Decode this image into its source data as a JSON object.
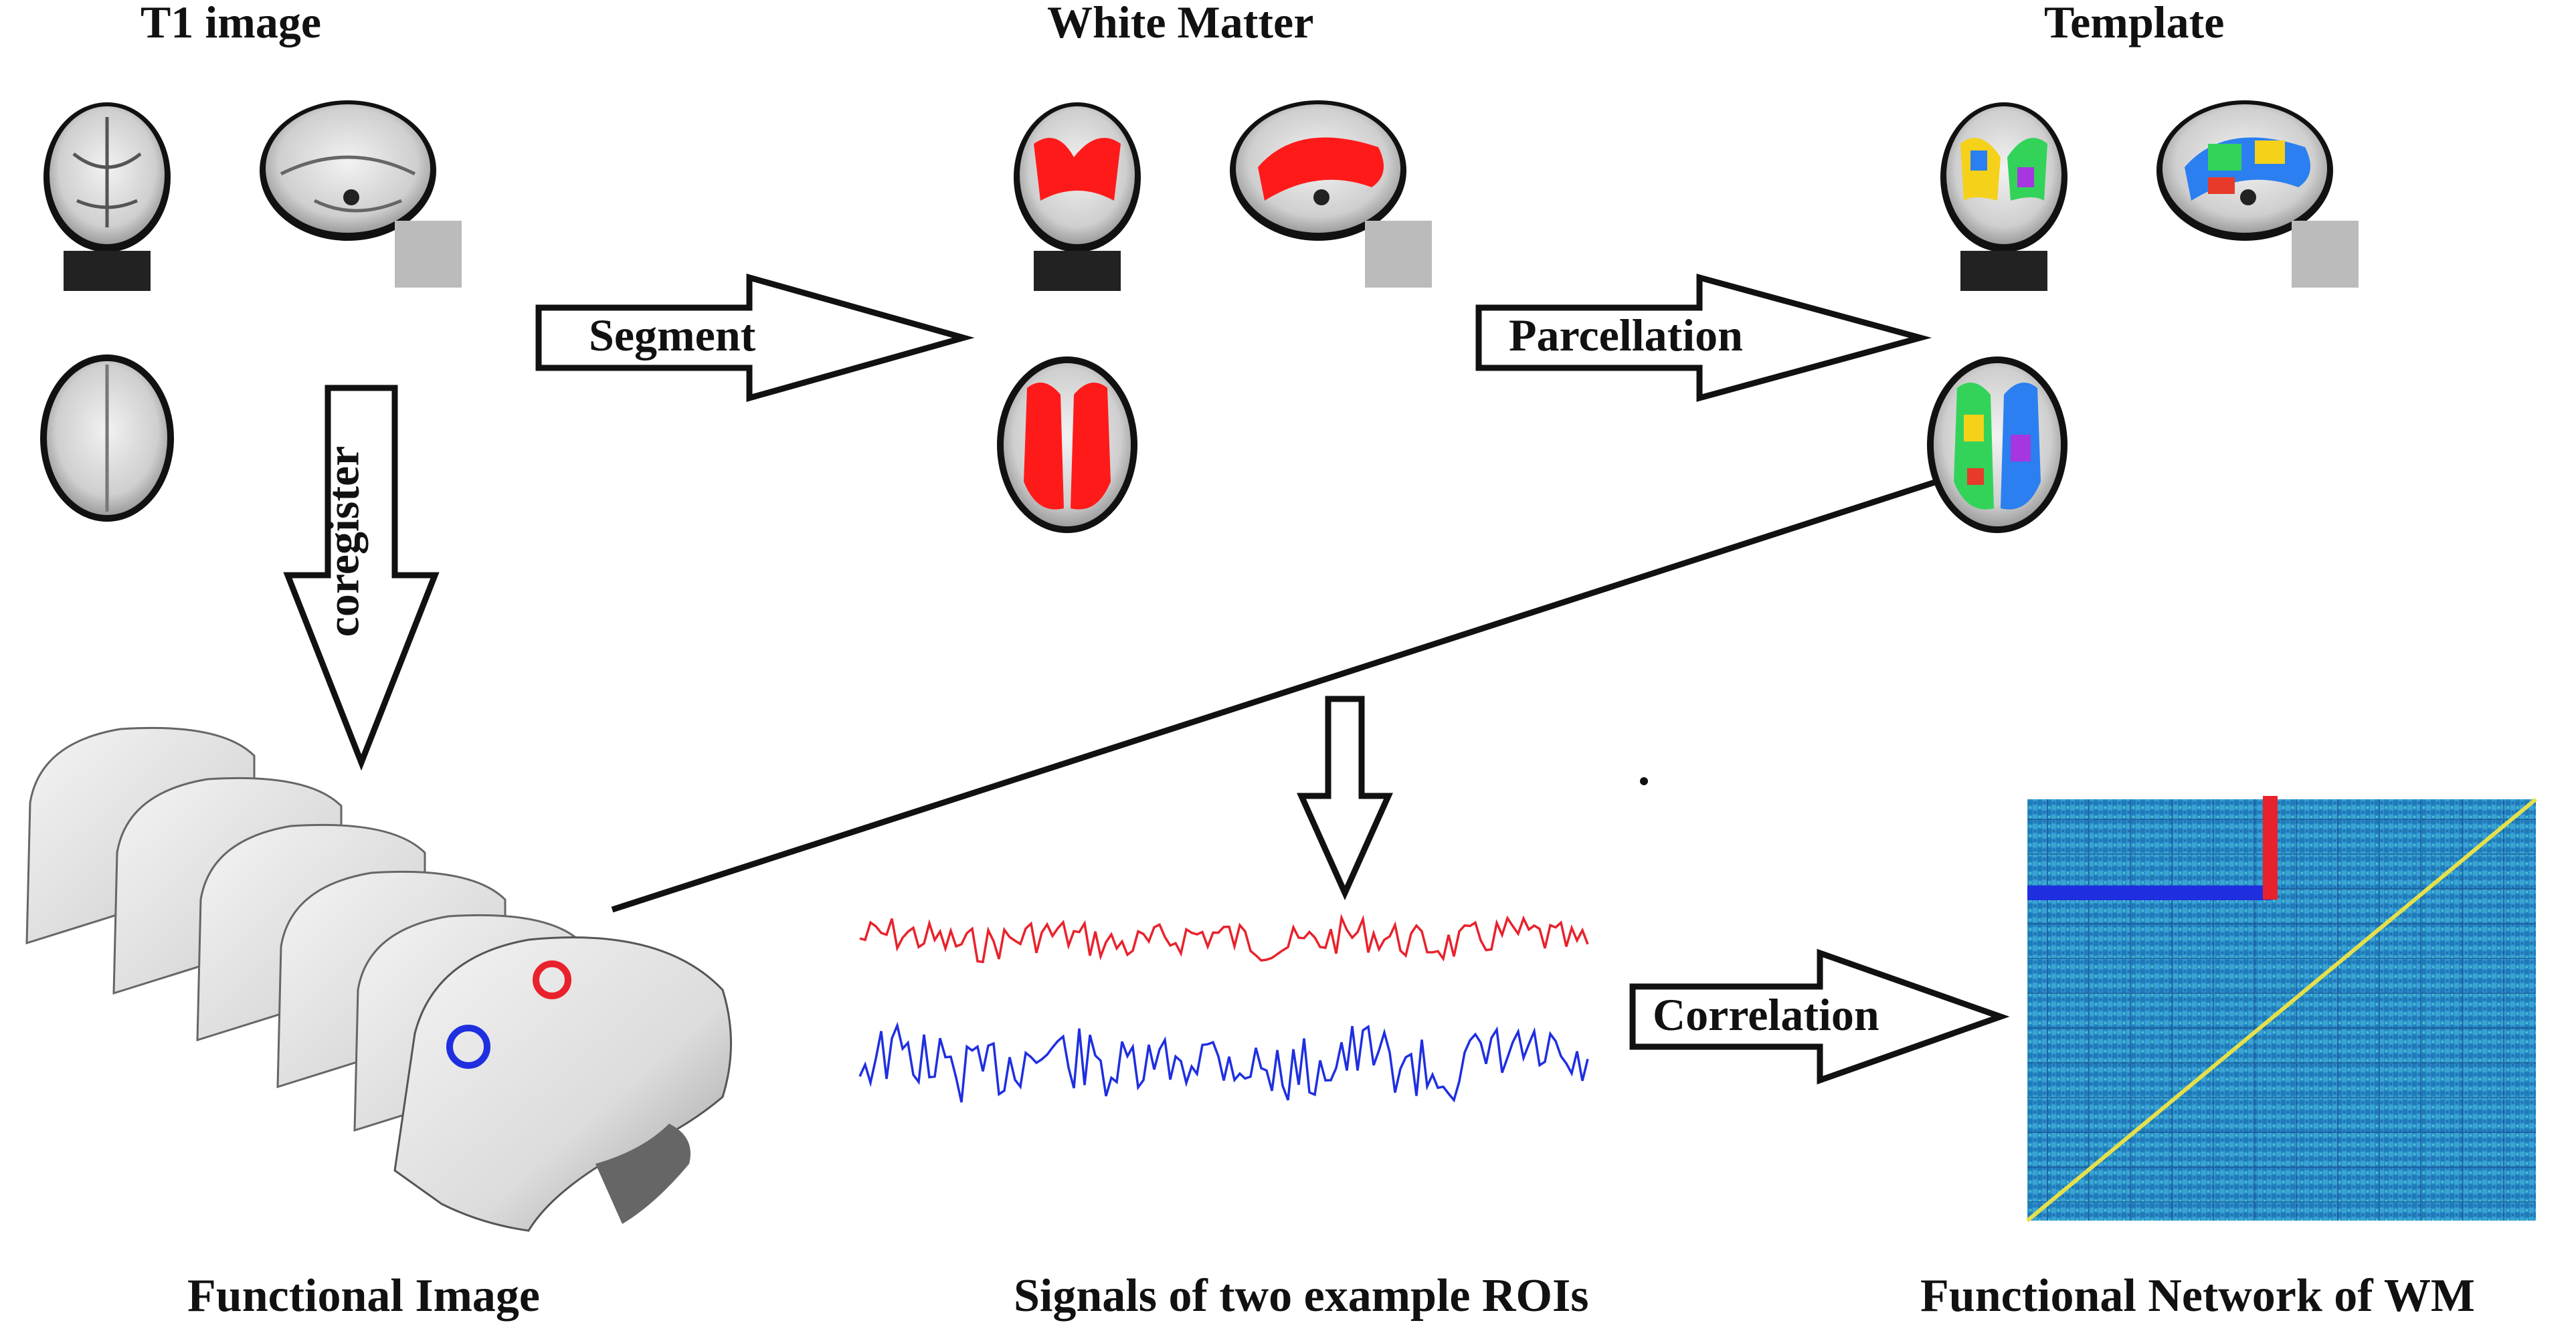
{
  "headings": {
    "t1": "T1 image",
    "white_matter": "White Matter",
    "template": "Template"
  },
  "arrows": {
    "segment": "Segment",
    "parcellation": "Parcellation",
    "coregister": "coregister",
    "correlation": "Correlation"
  },
  "captions": {
    "functional_image": "Functional Image",
    "signals": "Signals of two example ROIs",
    "network": "Functional Network of WM"
  },
  "colors": {
    "white_matter": "#ff1a1a",
    "roi_red": "#e8222c",
    "roi_blue": "#1f2fe0",
    "matrix_bg": "#2a8fc9",
    "diagonal": "#e6e04a"
  }
}
